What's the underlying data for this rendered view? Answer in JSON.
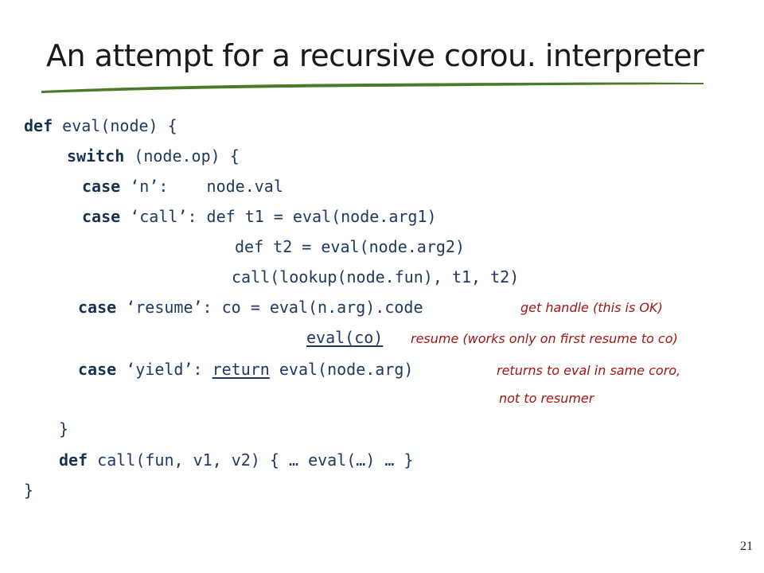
{
  "slide": {
    "title": "An attempt for a recursive corou. interpreter",
    "page_number": "21",
    "accent_color": "#4a7a2a",
    "code_color": "#1f3a60",
    "note_color": "#a31515"
  },
  "code": {
    "l1": {
      "kw": "def",
      "rest": " eval(node) {"
    },
    "l2": {
      "kw": "switch",
      "rest": " (node.op) {"
    },
    "l3": {
      "kw": "case",
      "rest": " ‘n’:    node.val"
    },
    "l4": {
      "kw": "case",
      "rest": " ‘call’: def t1 = eval(node.arg1)"
    },
    "l5": {
      "text": "def t2 = eval(node.arg2)"
    },
    "l6": {
      "text": "call(lookup(node.fun), t1, t2)"
    },
    "l7": {
      "kw": "case",
      "rest": " ‘resume’: co = eval(n.arg).code"
    },
    "l8": {
      "underlined": "eval(co)"
    },
    "l9": {
      "kw": "case",
      "pre": " ‘yield’: ",
      "underlined": "return",
      "post": " eval(node.arg)"
    },
    "l10": {
      "text": "}"
    },
    "l11": {
      "kw": "def",
      "rest": " call(fun, v1, v2) { … eval(…) … }"
    },
    "l12": {
      "text": "}"
    }
  },
  "notes": {
    "n1": "get handle (this is OK)",
    "n2": "resume (works only on first resume to co)",
    "n3": "returns to eval in same coro,",
    "n4": "not to resumer"
  }
}
